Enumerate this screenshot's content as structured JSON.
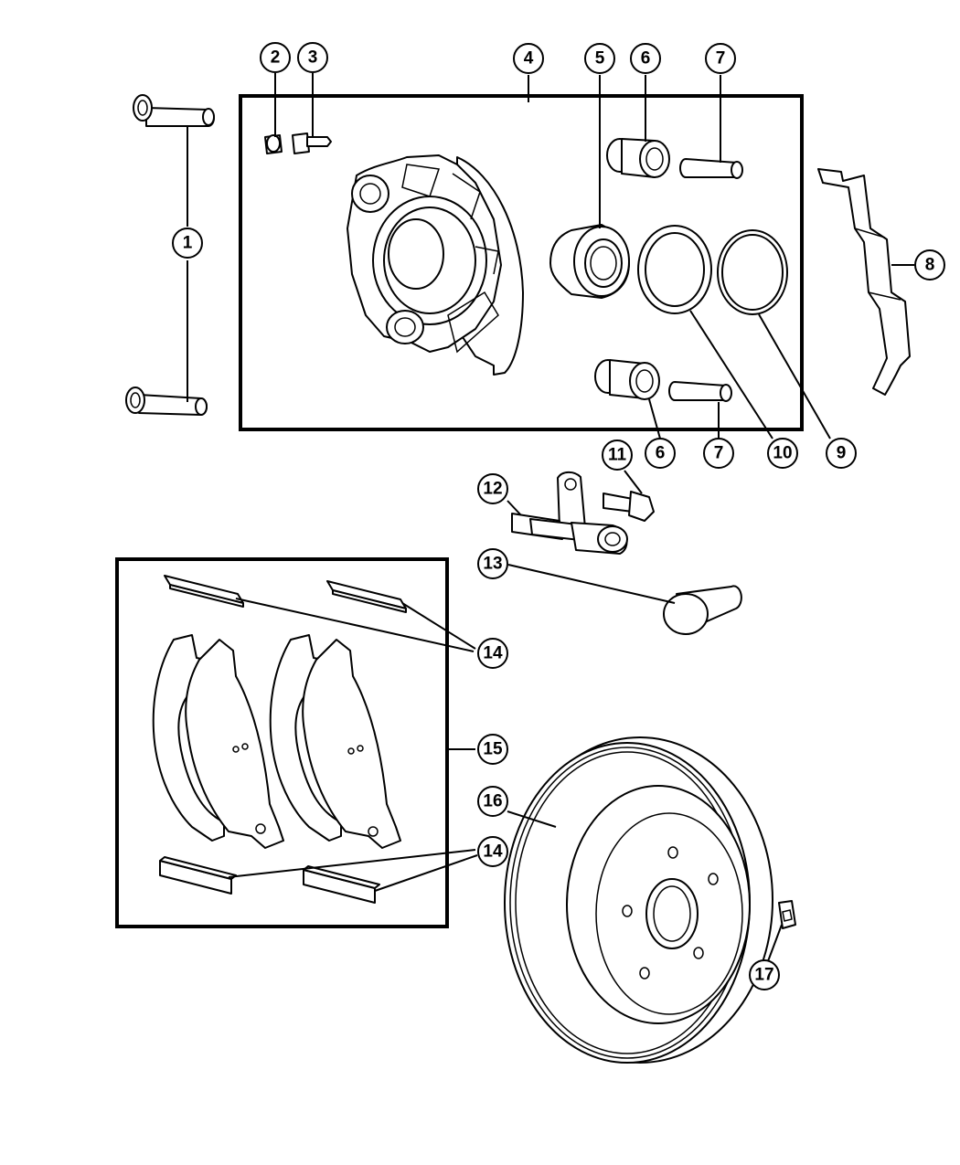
{
  "callouts": [
    {
      "id": "1",
      "label": "1"
    },
    {
      "id": "2",
      "label": "2"
    },
    {
      "id": "3",
      "label": "3"
    },
    {
      "id": "4",
      "label": "4"
    },
    {
      "id": "5",
      "label": "5"
    },
    {
      "id": "6a",
      "label": "6"
    },
    {
      "id": "7a",
      "label": "7"
    },
    {
      "id": "8",
      "label": "8"
    },
    {
      "id": "9",
      "label": "9"
    },
    {
      "id": "10",
      "label": "10"
    },
    {
      "id": "6b",
      "label": "6"
    },
    {
      "id": "7b",
      "label": "7"
    },
    {
      "id": "11",
      "label": "11"
    },
    {
      "id": "12",
      "label": "12"
    },
    {
      "id": "13",
      "label": "13"
    },
    {
      "id": "14a",
      "label": "14"
    },
    {
      "id": "15",
      "label": "15"
    },
    {
      "id": "16",
      "label": "16"
    },
    {
      "id": "14b",
      "label": "14"
    },
    {
      "id": "17",
      "label": "17"
    }
  ]
}
